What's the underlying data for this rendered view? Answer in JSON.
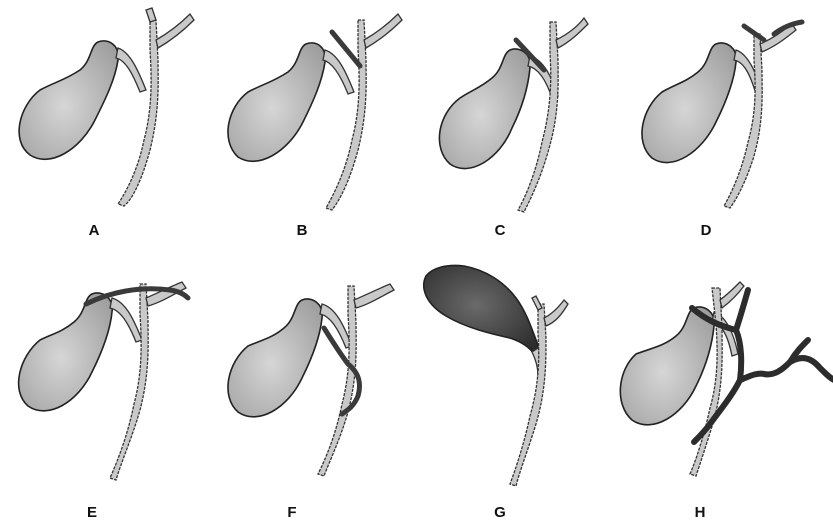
{
  "figure": {
    "panels": [
      {
        "id": "a",
        "label": "A"
      },
      {
        "id": "b",
        "label": "B"
      },
      {
        "id": "c",
        "label": "C"
      },
      {
        "id": "d",
        "label": "D"
      },
      {
        "id": "e",
        "label": "E"
      },
      {
        "id": "f",
        "label": "F"
      },
      {
        "id": "g",
        "label": "G"
      },
      {
        "id": "h",
        "label": "H"
      }
    ]
  },
  "colors": {
    "gallbladder": "#b8b8b8",
    "duct": "#c9c9c9",
    "anomaly": "#3a3a3a",
    "background": "#ffffff"
  }
}
